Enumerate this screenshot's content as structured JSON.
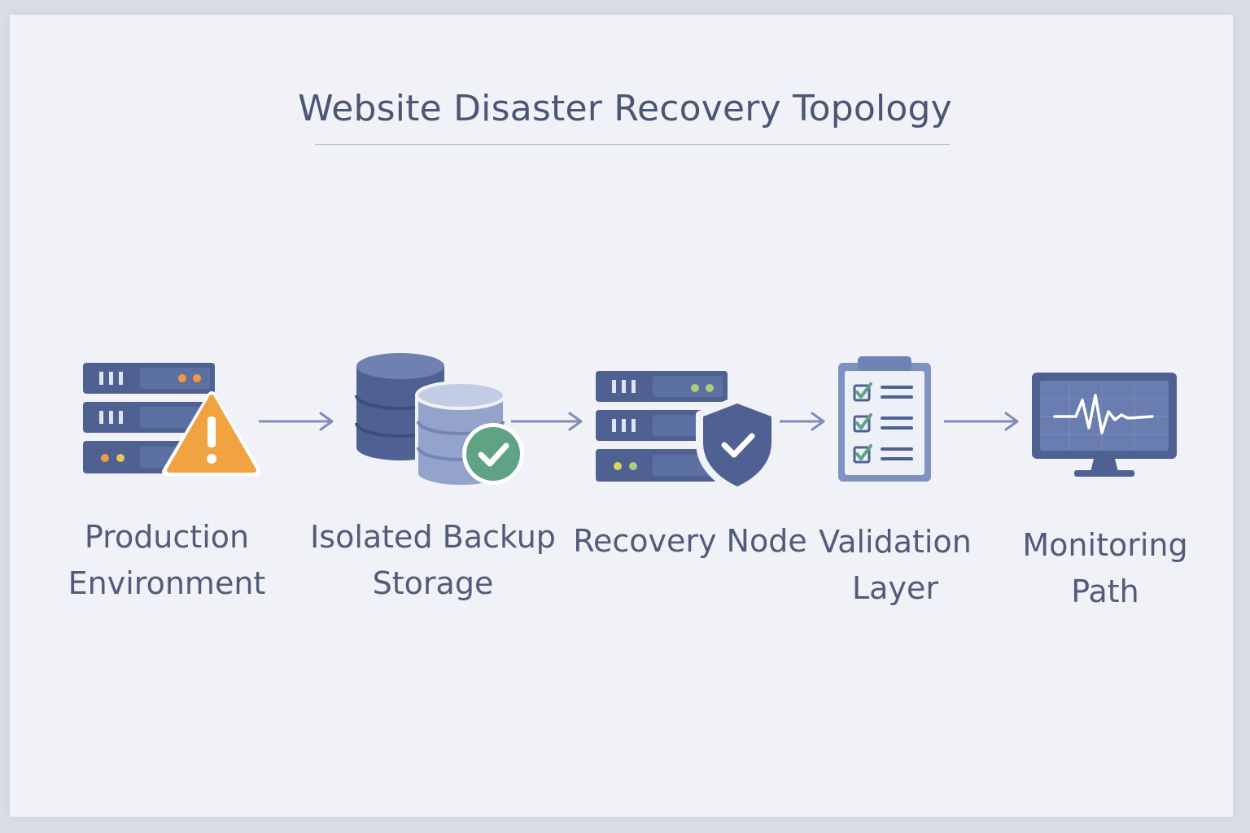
{
  "title": "Website Disaster Recovery Topology",
  "colors": {
    "ink": "#4b5676",
    "server_blue": "#4f6193",
    "server_dark": "#3d4d7c",
    "warning_orange": "#f1a241",
    "check_green": "#5fa384",
    "arrow": "#7d8db8",
    "background": "#f1f2f8"
  },
  "nodes": [
    {
      "id": "production",
      "icon": "server-warning-icon",
      "label_lines": [
        "Production",
        "Environment"
      ]
    },
    {
      "id": "backup",
      "icon": "database-check-icon",
      "label_lines": [
        "Isolated Backup",
        "Storage"
      ]
    },
    {
      "id": "recovery",
      "icon": "server-shield-icon",
      "label_lines": [
        "Recovery Node"
      ]
    },
    {
      "id": "validation",
      "icon": "clipboard-checklist-icon",
      "label_lines": [
        "Validation",
        "Layer"
      ]
    },
    {
      "id": "monitoring",
      "icon": "monitor-pulse-icon",
      "label_lines": [
        "Monitoring",
        "Path"
      ]
    }
  ]
}
